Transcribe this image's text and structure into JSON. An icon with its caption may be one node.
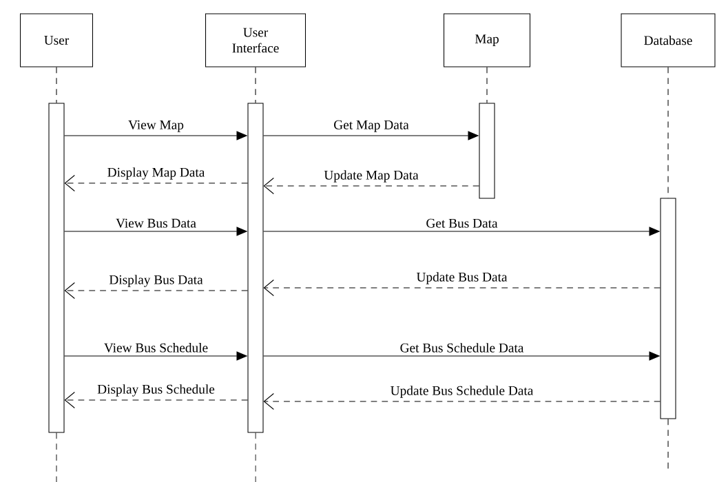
{
  "diagram": {
    "nodes": [
      {
        "text": [
          "User"
        ]
      },
      {
        "text": [
          "User Interface"
        ]
      },
      {
        "text": [
          "Map"
        ]
      },
      {
        "text": [
          "Database"
        ]
      },
      {
        "text": [],
        "shape": "bar"
      },
      {
        "text": [],
        "shape": "bar"
      },
      {
        "text": [],
        "shape": "bar"
      },
      {
        "text": [],
        "shape": "bar"
      }
    ],
    "edges": [
      {
        "from": 0,
        "to": 4,
        "arrow": "none",
        "style": "dashed"
      },
      {
        "from": 4,
        "to": null,
        "arrow": "none",
        "style": "dashed"
      },
      {
        "from": 1,
        "to": 5,
        "arrow": "none",
        "style": "dashed"
      },
      {
        "from": 5,
        "to": null,
        "arrow": "none",
        "style": "dashed"
      },
      {
        "from": 2,
        "to": 6,
        "arrow": "none",
        "style": "dashed"
      },
      {
        "from": 3,
        "to": 7,
        "arrow": "none",
        "style": "dashed"
      },
      {
        "from": 7,
        "to": null,
        "arrow": "none",
        "style": "dashed"
      },
      {
        "from": 4,
        "to": 5,
        "arrow": "to",
        "label": "View Map"
      },
      {
        "from": 5,
        "to": 6,
        "arrow": "to",
        "label": "Get Map Data"
      },
      {
        "from": 6,
        "to": 5,
        "arrow": "to",
        "label": "Update Map Data",
        "style": "dashed"
      },
      {
        "from": 5,
        "to": 4,
        "arrow": "to",
        "label": "Display Map Data",
        "style": "dashed"
      },
      {
        "from": 4,
        "to": 5,
        "arrow": "to",
        "label": "View Bus Data"
      },
      {
        "from": 5,
        "to": 7,
        "arrow": "to",
        "label": "Get Bus Data"
      },
      {
        "from": 7,
        "to": 5,
        "arrow": "to",
        "label": "Update Bus Data",
        "style": "dashed"
      },
      {
        "from": 5,
        "to": 4,
        "arrow": "to",
        "label": "Display Bus Data",
        "style": "dashed"
      },
      {
        "from": 4,
        "to": 5,
        "arrow": "to",
        "label": "View Bus Schedule"
      },
      {
        "from": 5,
        "to": 7,
        "arrow": "to",
        "label": "Get Bus Schedule Data"
      },
      {
        "from": 7,
        "to": 5,
        "arrow": "to",
        "label": "Update Bus Schedule Data",
        "style": "dashed"
      },
      {
        "from": 5,
        "to": 4,
        "arrow": "to",
        "label": "Display Bus Schedule",
        "style": "dashed"
      }
    ]
  }
}
